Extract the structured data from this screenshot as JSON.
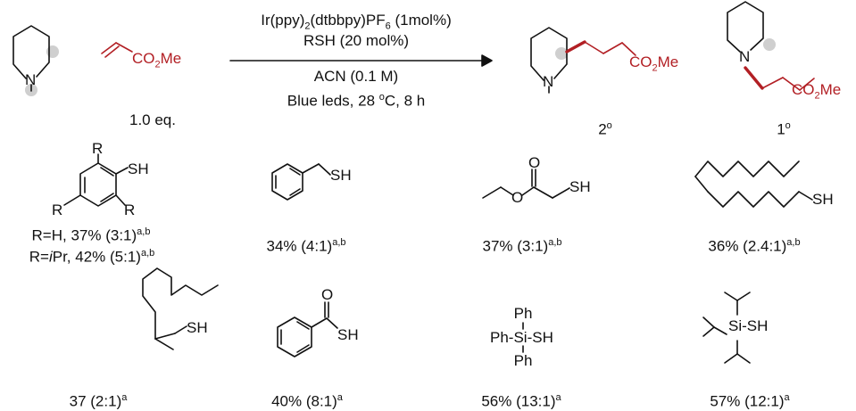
{
  "colors": {
    "ink": "#111111",
    "product_red": "#b21f24",
    "dot_gray": "#cfcfcf"
  },
  "reaction": {
    "acrylate": {
      "co": "CO",
      "co_sub": "2",
      "me": "Me"
    },
    "equiv": "1.0 eq.",
    "conditions": {
      "cat_a": "Ir(ppy)",
      "cat_a_sub": "2",
      "cat_b": "(dtbbpy)PF",
      "cat_b_sub": "6",
      "cat_c": " (1mol%)",
      "line2": "RSH (20 mol%)",
      "line3": "ACN (0.1 M)",
      "line4_a": "Blue leds, 28 ",
      "line4_sup": "o",
      "line4_b": "C, 8 h"
    },
    "product_secondary": {
      "n": "N",
      "co": "CO",
      "co_sub": "2",
      "me": "Me",
      "label": "2",
      "label_sup": "o"
    },
    "product_primary": {
      "n": "N",
      "co": "CO",
      "co_sub": "2",
      "me": "Me",
      "label": "1",
      "label_sup": "o"
    },
    "start_n": "N"
  },
  "thiols": [
    {
      "atoms": {
        "r_top": "R",
        "r_left": "R",
        "r_right": "R",
        "sh": "SH"
      },
      "results": [
        {
          "a": "R=H, 37% (3:1)",
          "sup": "a,b"
        },
        {
          "a_pre": "R=",
          "a_it": "i",
          "a": "Pr, 42% (5:1)",
          "sup": "a,b"
        }
      ]
    },
    {
      "atoms": {
        "sh": "SH"
      },
      "result": "34% (4:1)",
      "sup": "a,b"
    },
    {
      "atoms": {
        "o1": "O",
        "o2": "O",
        "sh": "SH"
      },
      "result": "37% (3:1)",
      "sup": "a,b"
    },
    {
      "atoms": {
        "sh": "SH"
      },
      "result": "36% (2.4:1)",
      "sup": "a,b"
    },
    {
      "atoms": {
        "sh": "SH"
      },
      "result": "37 (2:1)",
      "sup": "a"
    },
    {
      "atoms": {
        "o": "O",
        "sh": "SH"
      },
      "result": "40% (8:1)",
      "sup": "a"
    },
    {
      "atoms": {
        "ph_top": "Ph",
        "ph_left": "Ph",
        "si": "Si",
        "sh": "SH",
        "ph_bot": "Ph"
      },
      "result": "56% (13:1)",
      "sup": "a"
    },
    {
      "atoms": {
        "si": "Si",
        "sh": "SH"
      },
      "result": "57% (12:1)",
      "sup": "a"
    }
  ]
}
